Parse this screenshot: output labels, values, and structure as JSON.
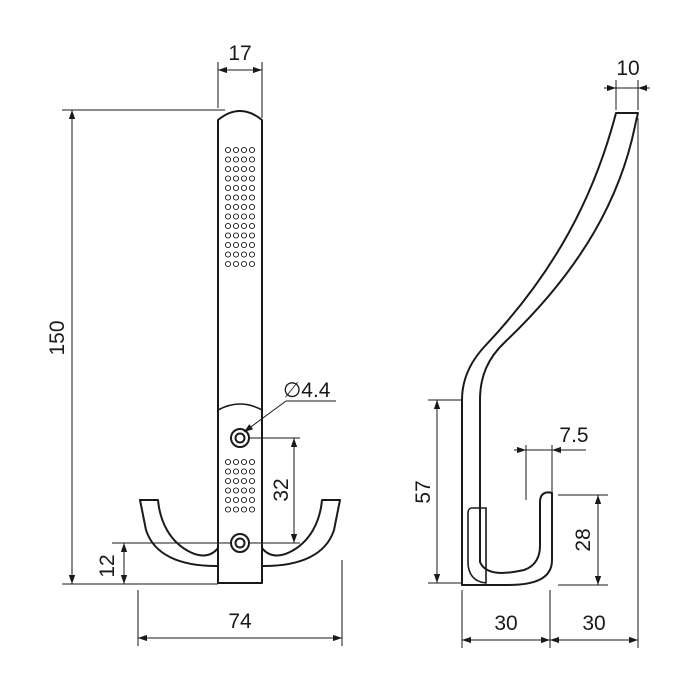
{
  "front_view": {
    "width": "17",
    "height": "150",
    "hole_diameter": "∅4.4",
    "hole_spacing": "32",
    "hook_offset": "12",
    "total_width": "74"
  },
  "side_view": {
    "thickness": "10",
    "lower_height": "57",
    "hook_gap": "7.5",
    "hook_height": "28",
    "base_depth": "30",
    "hook_depth": "30"
  },
  "colors": {
    "line": "#1a1a1a",
    "background": "#ffffff"
  }
}
